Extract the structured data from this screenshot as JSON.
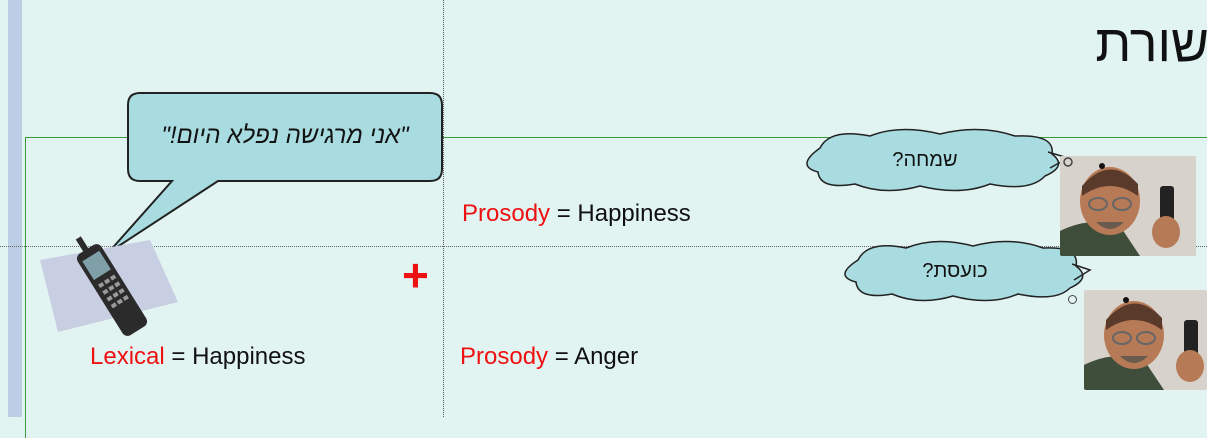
{
  "title": "שורת",
  "speech_bubble": {
    "text": "\"אני מרגישה נפלא היום!\""
  },
  "row_top": {
    "prosody_label": "Prosody",
    "prosody_value": "= Happiness",
    "cloud_text": "שמחה?"
  },
  "row_bottom": {
    "lexical_label": "Lexical",
    "lexical_value": "= Happiness",
    "prosody_label": "Prosody",
    "prosody_value": "= Anger",
    "cloud_text": "כועסת?"
  },
  "plus_sign": "+",
  "colors": {
    "background": "#e1f4f2",
    "accent_red": "#ee1111",
    "green_line": "#3a9a3a",
    "bubble_fill": "#a9dce0"
  }
}
